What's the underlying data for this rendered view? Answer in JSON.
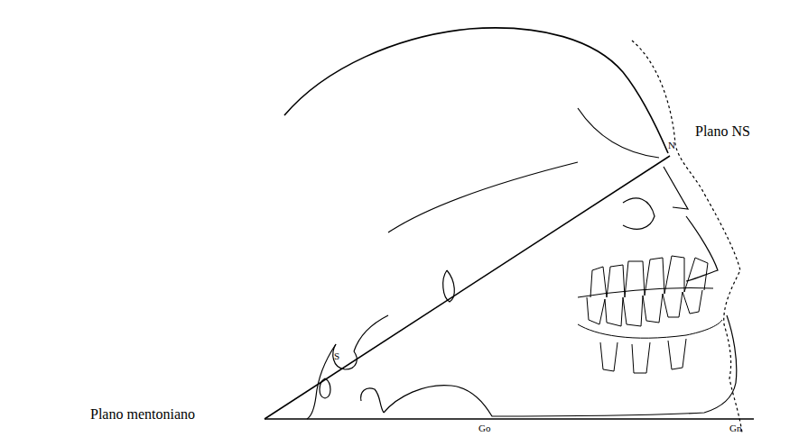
{
  "diagram": {
    "labels": [
      "Plano NS",
      "N",
      "S",
      "Plano mentoniano",
      "Go",
      "Gn"
    ]
  }
}
